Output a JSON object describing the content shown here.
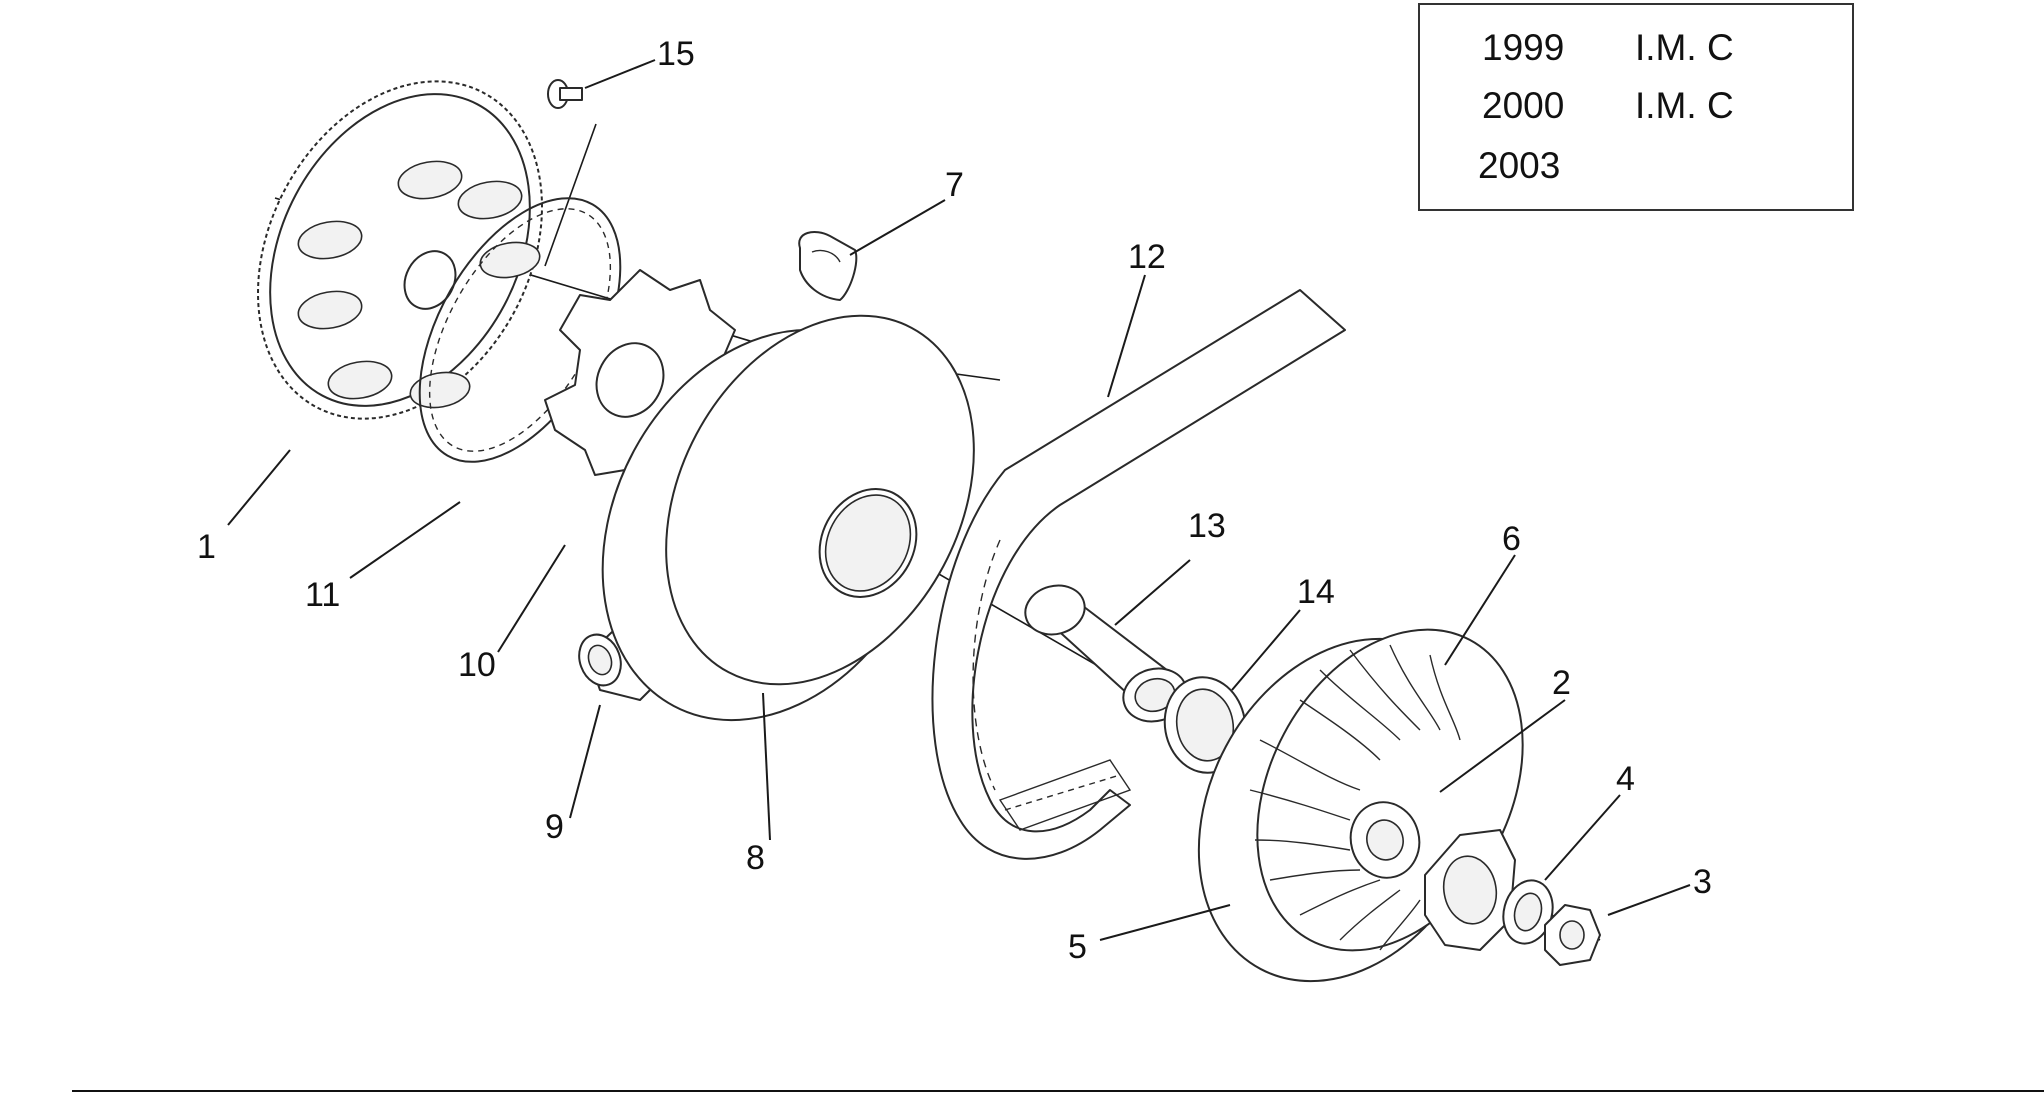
{
  "applicability": [
    {
      "year": "1999",
      "code": "I.M. C"
    },
    {
      "year": "2000",
      "code": "I.M. C"
    },
    {
      "year": "2003",
      "code": ""
    }
  ],
  "callouts": [
    "1",
    "2",
    "3",
    "4",
    "5",
    "6",
    "7",
    "8",
    "9",
    "10",
    "11",
    "12",
    "13",
    "14",
    "15"
  ]
}
